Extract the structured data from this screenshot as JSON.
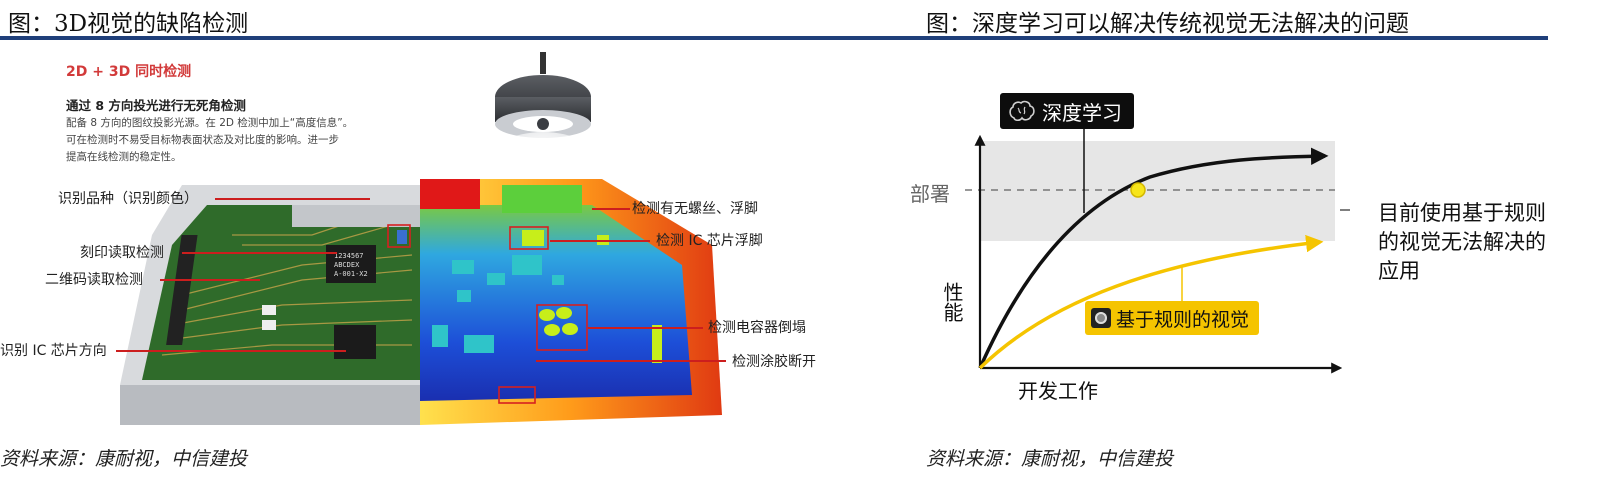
{
  "left": {
    "title": "图：3D视觉的缺陷检测",
    "heading_red": "2D + 3D 同时检测",
    "heading_bold": "通过 8 方向投光进行无死角检测",
    "desc_lines": [
      "配备 8 方向的图纹投影光源。在 2D 检测中加上“高度信息”。",
      "可在检测时不易受目标物表面状态及对比度的影响。进一步",
      "提高在线检测的稳定性。"
    ],
    "callouts_left": [
      "识别品种（识别颜色）",
      "刻印读取检测",
      "二维码读取检测",
      "识别 IC 芯片方向"
    ],
    "callouts_right": [
      "检测有无螺丝、浮脚",
      "检测 IC 芯片浮脚",
      "检测电容器倒塌",
      "检测涂胶断开"
    ],
    "chip_text": [
      "1234567",
      "ABCDEX",
      "A-001-X2"
    ],
    "source": "资料来源：康耐视，中信建投"
  },
  "right": {
    "title": "图：深度学习可以解决传统视觉无法解决的问题",
    "source": "资料来源：康耐视，中信建投",
    "chart_data": {
      "type": "line",
      "title": "",
      "xlabel": "开发工作",
      "ylabel": "性能",
      "annotation_deploy": "部署",
      "series": [
        {
          "name": "深度学习",
          "color": "#111111",
          "shape": "rising curve saturating above deploy line"
        },
        {
          "name": "基于规则的视觉",
          "color": "#f5c400",
          "shape": "slower rising curve below deploy line"
        }
      ],
      "band_note_lines": [
        "目前使用基于规则",
        "的视觉无法解决的",
        "应用"
      ]
    }
  }
}
